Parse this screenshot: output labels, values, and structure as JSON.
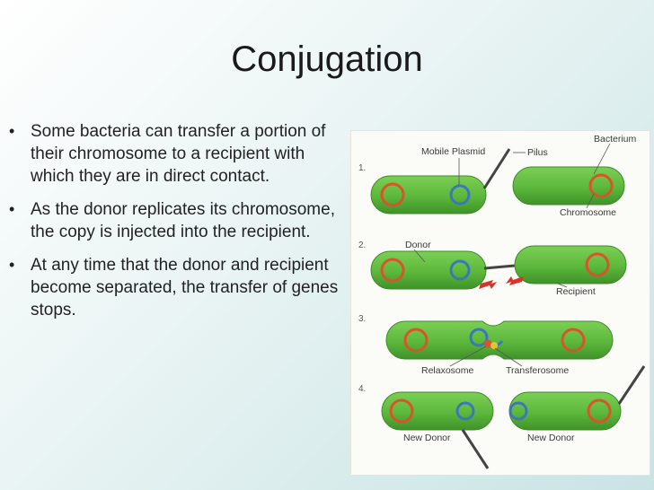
{
  "slide": {
    "title": "Conjugation",
    "bullets": [
      "Some bacteria can transfer a portion of their chromosome to a recipient with which they are in direct contact.",
      "As the donor replicates its chromosome, the copy is injected into the recipient.",
      "At any time that the donor and recipient become separated, the transfer of genes stops."
    ]
  },
  "figure": {
    "steps": [
      "1.",
      "2.",
      "3.",
      "4."
    ],
    "labels": {
      "mobile_plasmid": "Mobile Plasmid",
      "pilus": "Pilus",
      "bacterium": "Bacterium",
      "chromosome": "Chromosome",
      "donor": "Donor",
      "recipient": "Recipient",
      "relaxosome": "Relaxosome",
      "transferosome": "Transferosome",
      "new_donor_left": "New Donor",
      "new_donor_right": "New Donor"
    },
    "colors": {
      "cell_fill": "#5cb83c",
      "cell_edge": "#3f8a2a",
      "chromosome": "#d9542a",
      "plasmid": "#3a78b8",
      "arrow": "#d8322c"
    }
  }
}
